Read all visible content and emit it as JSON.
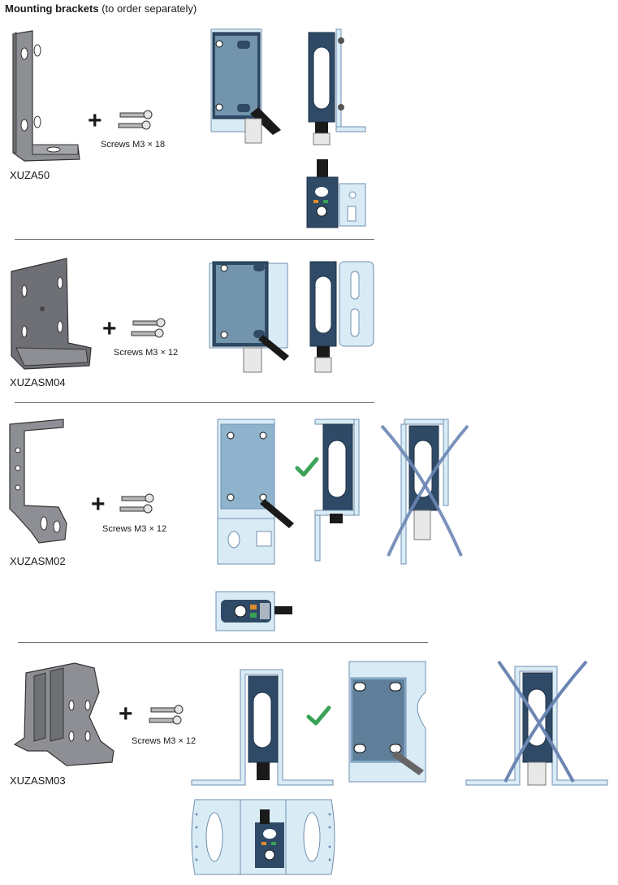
{
  "header": {
    "title_bold": "Mounting brackets",
    "title_rest": " (to order separately)"
  },
  "sections": [
    {
      "reference": "XUZA50",
      "plus": "+",
      "screws": "Screws M3 × 18"
    },
    {
      "reference": "XUZASM04",
      "plus": "+",
      "screws": "Screws M3 × 12"
    },
    {
      "reference": "XUZASM02",
      "plus": "+",
      "screws": "Screws M3 × 12"
    },
    {
      "reference": "XUZASM03",
      "plus": "+",
      "screws": "Screws M3 × 12"
    }
  ],
  "colors": {
    "bracket": "#8d8f94",
    "bracket_dark": "#5a5c60",
    "sensor": "#2f4a66",
    "sensor_dark": "#1e3148",
    "lightblue": "#d9ecf6",
    "blue_outline": "#6f8fb0",
    "check": "#3aa356",
    "cross": "#6c86b4"
  },
  "icons": [
    "check-icon",
    "cross-icon",
    "plus-icon"
  ]
}
